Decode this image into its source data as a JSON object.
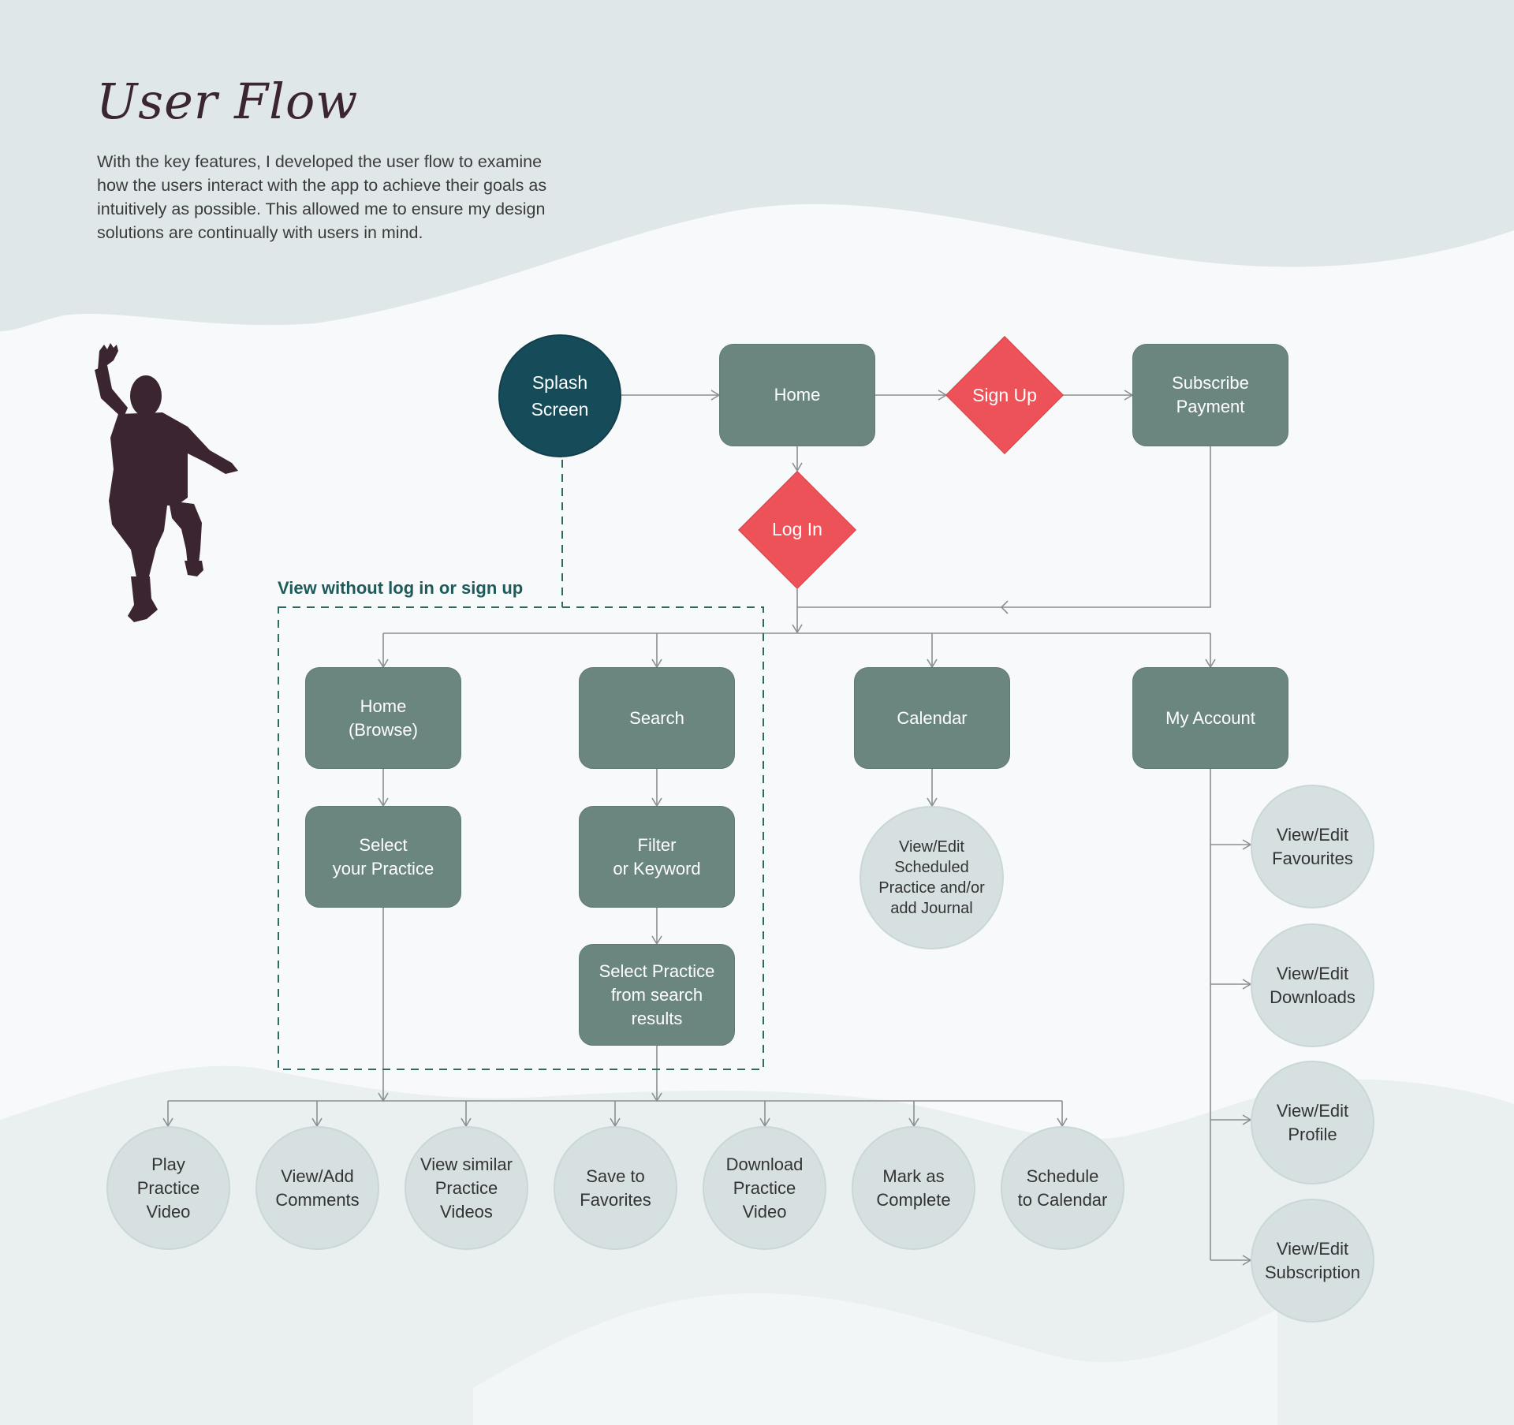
{
  "header": {
    "title": "User Flow",
    "intro": "With the key features, I developed the user flow to examine how the users interact with the app to achieve their goals as intuitively as possible. This allowed me to ensure my design solutions are continually with users in mind."
  },
  "note": "View without log in or sign up",
  "nodes": {
    "splash": "Splash\nScreen",
    "home": "Home",
    "sign_up": "Sign Up",
    "subscribe": "Subscribe\nPayment",
    "log_in": "Log In",
    "home_browse": "Home\n(Browse)",
    "search": "Search",
    "calendar": "Calendar",
    "my_account": "My Account",
    "select_practice": "Select\nyour Practice",
    "filter": "Filter\nor Keyword",
    "select_search": "Select Practice\nfrom search\nresults",
    "view_scheduled": "View/Edit\nScheduled\nPractice and/or\nadd Journal",
    "favourites": "View/Edit\nFavourites",
    "downloads": "View/Edit\nDownloads",
    "profile": "View/Edit\nProfile",
    "subscription": "View/Edit\nSubscription",
    "play": "Play\nPractice\nVideo",
    "comments": "View/Add\nComments",
    "similar": "View similar\nPractice\nVideos",
    "save": "Save to\nFavorites",
    "download": "Download\nPractice\nVideo",
    "complete": "Mark as\nComplete",
    "schedule": "Schedule\nto Calendar"
  },
  "colors": {
    "rect": "#6a867f",
    "circle": "#d6e0e0",
    "start": "#164c5a",
    "decision": "#ec5258",
    "line": "#8a8f8f",
    "dashed": "#2d6a62",
    "figure": "#3a2530",
    "band": "#e0e7e8"
  },
  "decor": {
    "figure": "tai-chi-figure-icon"
  }
}
